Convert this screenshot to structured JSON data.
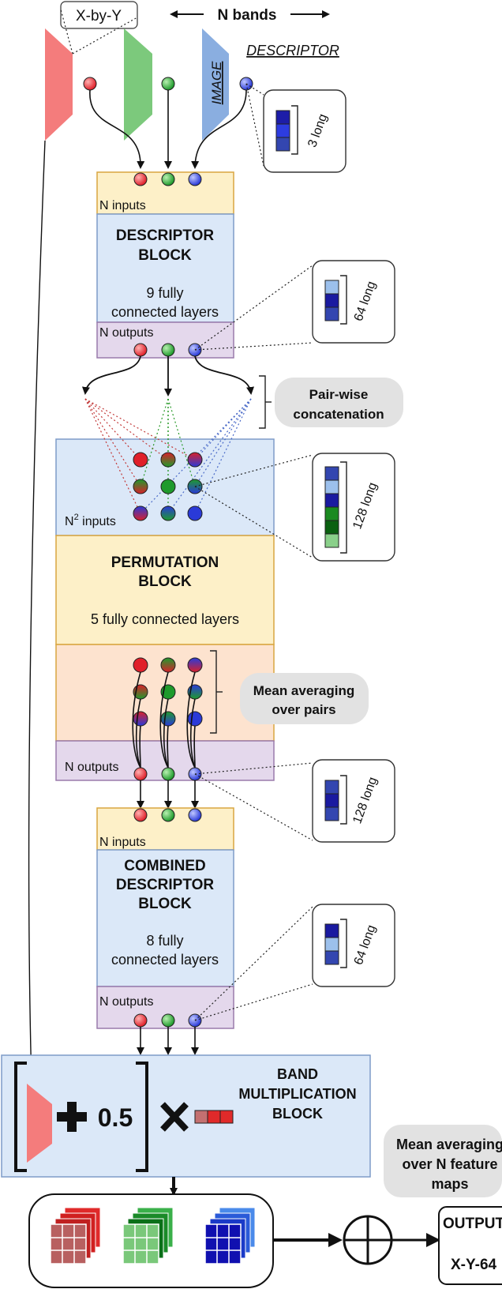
{
  "title_left": "X-by-Y",
  "title_bands": "N bands",
  "label_image": "IMAGE",
  "label_descriptor": "DESCRIPTOR",
  "vec_desc_len": "3 long",
  "desc_block": {
    "inputs_label": "N inputs",
    "title1": "DESCRIPTOR",
    "title2": "BLOCK",
    "sub1": "9 fully",
    "sub2": "connected layers",
    "outputs_label": "N outputs",
    "vec_len": "64 long"
  },
  "pairwise_label1": "Pair-wise",
  "pairwise_label2": "concatenation",
  "perm_block": {
    "inputs_prefix": "N",
    "inputs_sup": "2",
    "inputs_suffix": " inputs",
    "title1": "PERMUTATION",
    "title2": "BLOCK",
    "sub": "5 fully connected layers",
    "vec_len": "128 long",
    "mean_label1": "Mean averaging",
    "mean_label2": "over pairs",
    "outputs_label": "N outputs",
    "out_vec_len": "128 long"
  },
  "comb_block": {
    "inputs_label": "N inputs",
    "title1": "COMBINED",
    "title2": "DESCRIPTOR",
    "title3": "BLOCK",
    "sub1": "8 fully",
    "sub2": "connected layers",
    "outputs_label": "N outputs",
    "vec_len": "64 long"
  },
  "band_block": {
    "title1": "BAND",
    "title2": "MULTIPLICATION",
    "title3": "BLOCK",
    "plus_value": "0.5"
  },
  "mean_feature_label1": "Mean averaging",
  "mean_feature_label2": "over N feature",
  "mean_feature_label3": "maps",
  "output_box": {
    "title": "OUTPUT",
    "sub": "X-Y-64"
  },
  "colors": {
    "red_band": "#f47c7c",
    "green_band": "#7cc97c",
    "blue_band": "#8aaee0",
    "yellow": "#fdf0c8",
    "lightblue": "#dbe8f8",
    "purple": "#e4d8ec",
    "peach": "#fde3cf"
  }
}
